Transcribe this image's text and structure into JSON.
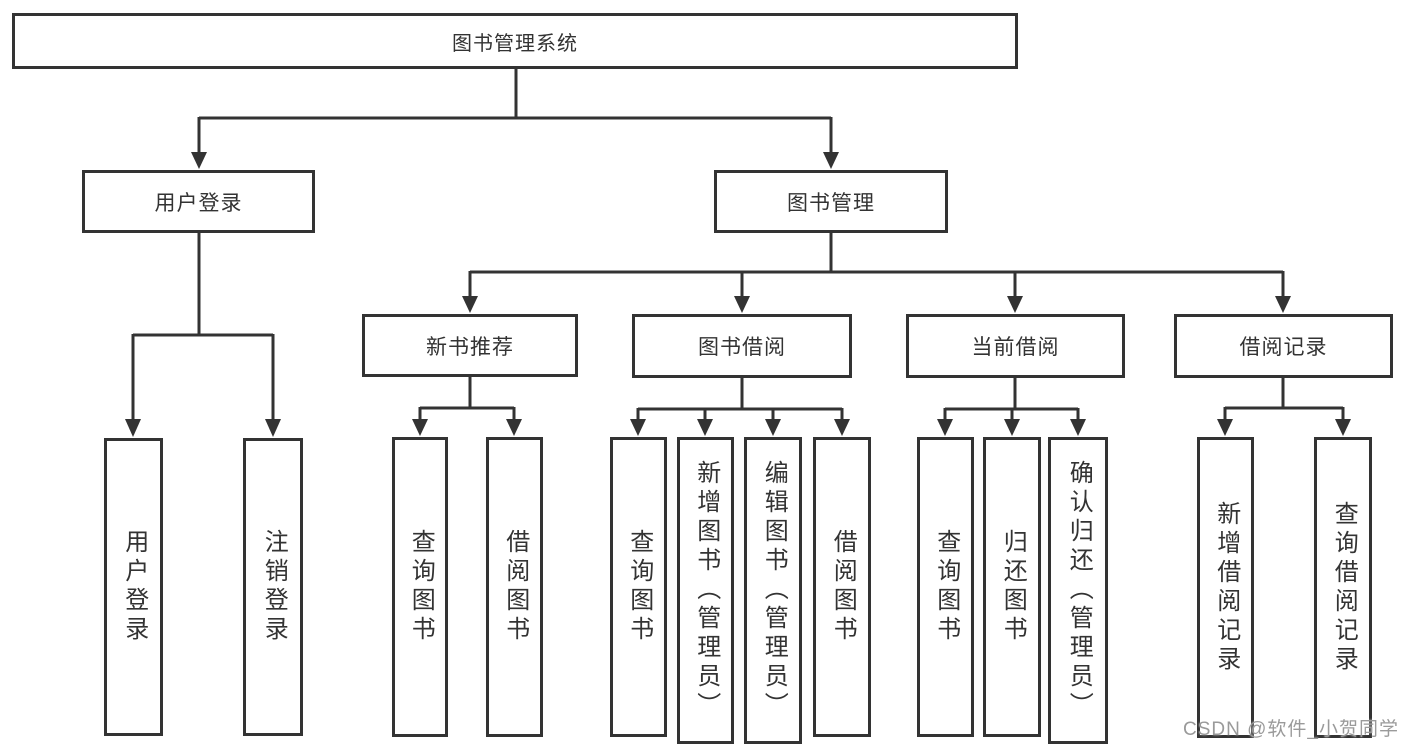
{
  "diagram": {
    "tree": {
      "root": {
        "label": "图书管理系统"
      },
      "children": [
        {
          "label": "用户登录",
          "children": [
            {
              "label": "用户登录"
            },
            {
              "label": "注销登录"
            }
          ]
        },
        {
          "label": "图书管理",
          "children": [
            {
              "label": "新书推荐",
              "children": [
                {
                  "label": "查询图书"
                },
                {
                  "label": "借阅图书"
                }
              ]
            },
            {
              "label": "图书借阅",
              "children": [
                {
                  "label": "查询图书"
                },
                {
                  "label": "新增图书（管理员）"
                },
                {
                  "label": "编辑图书（管理员）"
                },
                {
                  "label": "借阅图书"
                }
              ]
            },
            {
              "label": "当前借阅",
              "children": [
                {
                  "label": "查询图书"
                },
                {
                  "label": "归还图书"
                },
                {
                  "label": "确认归还（管理员）"
                }
              ]
            },
            {
              "label": "借阅记录",
              "children": [
                {
                  "label": "新增借阅记录"
                },
                {
                  "label": "查询借阅记录"
                }
              ]
            }
          ]
        }
      ]
    },
    "watermark": {
      "text": "CSDN @软件_小贺同学"
    },
    "colors": {
      "line": "#333333",
      "text": "#333333",
      "background": "#ffffff",
      "watermark": "#9a9a9a"
    }
  }
}
